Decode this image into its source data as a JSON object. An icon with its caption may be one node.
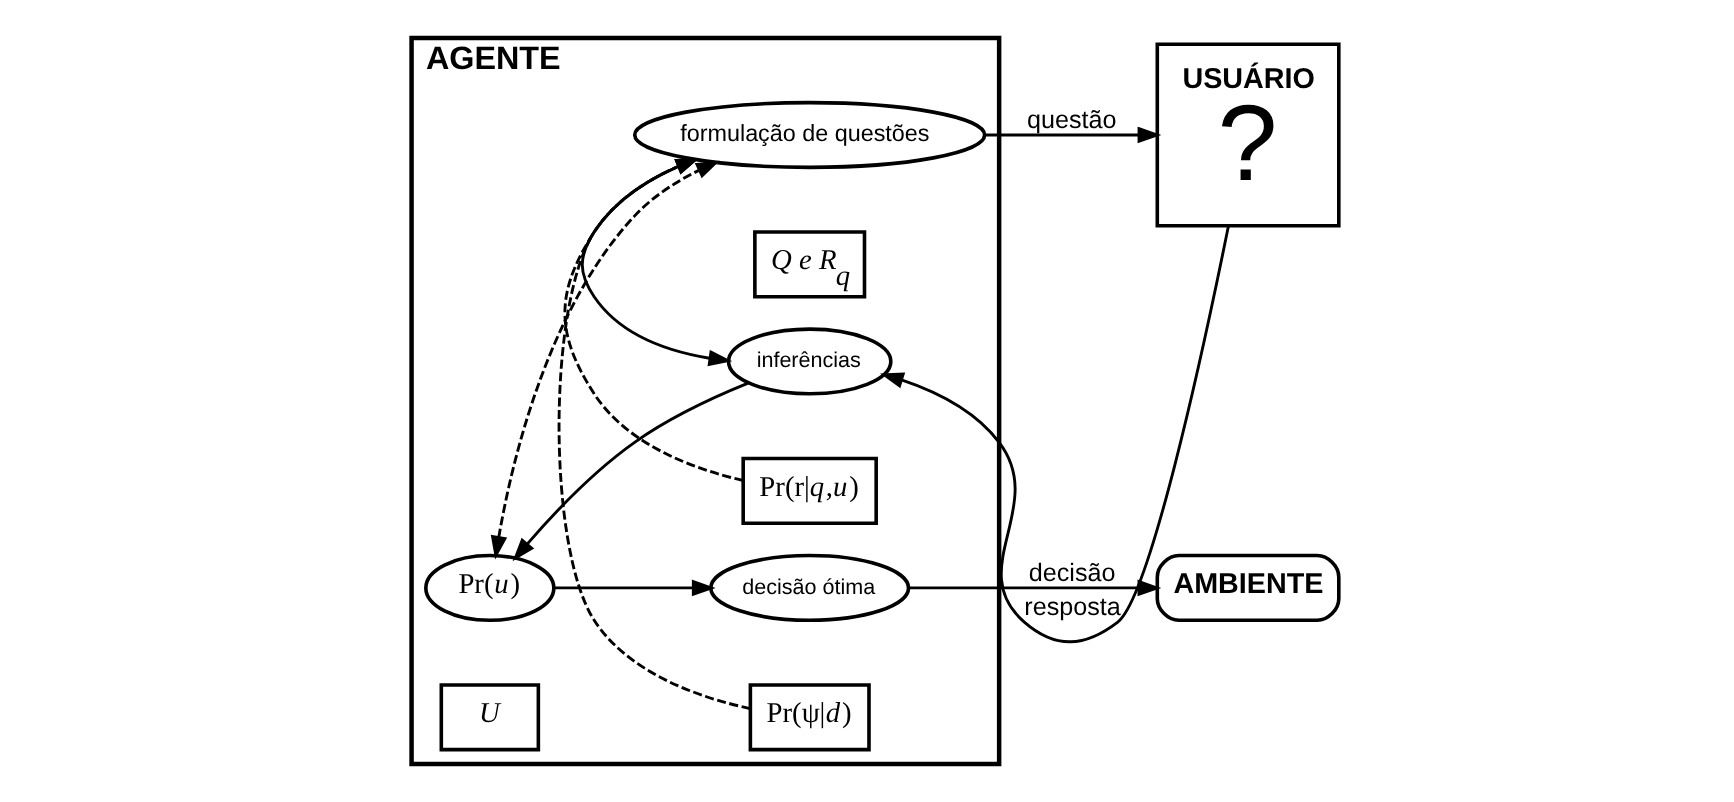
{
  "diagram": {
    "nodes": [
      {
        "text": [
          "AGENTE"
        ]
      },
      {
        "text": [
          "Q e R$_{q}$"
        ],
        "in": 0
      },
      {
        "text": [
          "formulação de questões"
        ],
        "in": 0
      },
      {
        "text": [
          "*U*"
        ],
        "in": 0
      },
      {
        "text": [
          "Pr(*u*)"
        ],
        "in": 0
      },
      {
        "text": [
          "Pr(r|*q*,*u*)"
        ],
        "in": 0
      },
      {
        "text": [
          "inferências"
        ],
        "in": 0
      },
      {
        "text": [
          "Pr(ψ|*d*)"
        ],
        "in": 0
      },
      {
        "text": [
          "decisão ótima"
        ],
        "in": 0
      },
      {
        "text": [
          "USUÁRIO",
          "?"
        ]
      },
      {
        "text": [
          "AMBIENTE"
        ]
      }
    ],
    "edges": [
      {
        "from": 2,
        "to": 9,
        "arrow": "to",
        "label": "questão"
      },
      {
        "from": 2,
        "to": 6,
        "arrow": "to"
      },
      {
        "from": 9,
        "to": 6,
        "arrow": "to",
        "label": "resposta"
      },
      {
        "from": 6,
        "to": 4,
        "arrow": "to"
      },
      {
        "from": 4,
        "to": 2,
        "arrow": "both",
        "style": "dashed"
      },
      {
        "from": 5,
        "to": 2,
        "arrow": "to",
        "style": "dashed"
      },
      {
        "from": 7,
        "to": 2,
        "arrow": "to",
        "style": "dashed"
      },
      {
        "from": 4,
        "to": 8,
        "arrow": "to"
      },
      {
        "from": 8,
        "to": 10,
        "arrow": "to",
        "label": "decisão"
      }
    ]
  }
}
